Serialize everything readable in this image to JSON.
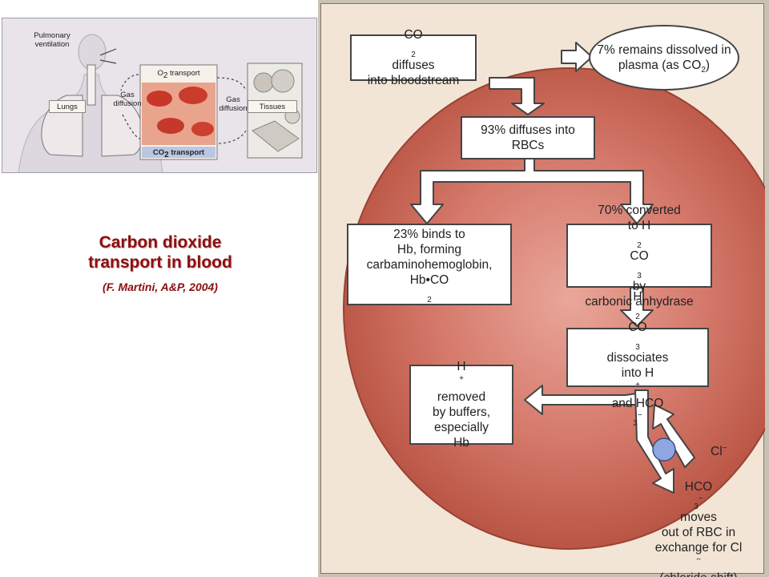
{
  "inset": {
    "pulmonary_ventilation": [
      "Pulmonary",
      "ventilation"
    ],
    "lungs": "Lungs",
    "gas_diffusion_left": [
      "Gas",
      "diffusion"
    ],
    "o2_transport": [
      "O",
      "2",
      " transport"
    ],
    "gas_diffusion_right": [
      "Gas",
      "diffusion"
    ],
    "tissues": "Tissues",
    "co2_transport": [
      "CO",
      "2",
      " transport"
    ]
  },
  "caption": {
    "title_line1": "Carbon dioxide",
    "title_line2": "transport in blood",
    "citation": "(F. Martini, A&P, 2004)"
  },
  "flow": {
    "diffuses": {
      "a": "CO",
      "a_sub": "2",
      "b": " diffuses",
      "line2": "into bloodstream"
    },
    "remains": {
      "line1": "7% remains",
      "line2": "dissolved in",
      "line3a": "plasma (as CO",
      "line3_sub": "2",
      "line3b": ")"
    },
    "rbcs": {
      "line1": "93% diffuses into",
      "line2": "RBCs"
    },
    "binds": {
      "line1": "23% binds to",
      "line2": "Hb, forming",
      "line3": "carbaminohemoglobin,",
      "line4a": "Hb•CO",
      "line4_sub": "2"
    },
    "converted": {
      "line1": "70% converted",
      "line2a": "to H",
      "line2_sub": "2",
      "line2b": "CO",
      "line2_sub2": "3",
      "line2c": " by",
      "line3": "carbonic anhydrase"
    },
    "dissociates": {
      "line1a": "H",
      "line1_sub": "2",
      "line1b": "CO",
      "line1_sub2": "3",
      "line1c": " dissociates",
      "line2a": "into H",
      "line2_sup": "+",
      "line2b": " and HCO",
      "line2_sub": "3",
      "line2_sup2": "−"
    },
    "removed": {
      "line1a": "H",
      "line1_sup": "+",
      "line1b": " removed",
      "line2": "by buffers,",
      "line3": "especially",
      "line4": "Hb"
    },
    "chloride_in": {
      "a": "Cl",
      "sup": "−"
    },
    "shift": {
      "line1a": "HCO",
      "line1_sub": "3",
      "line1_sup": "−",
      "line1b": " moves",
      "line2": "out of RBC in",
      "line3a": "exchange for Cl",
      "line3_sup": "−",
      "line4": "(chloride shift)"
    }
  },
  "colors": {
    "title": "#8c0f0f",
    "rbc_fill": "#c96a5a",
    "arrow_fill": "#ffffff",
    "ion_circle": "#8fa6e0"
  }
}
